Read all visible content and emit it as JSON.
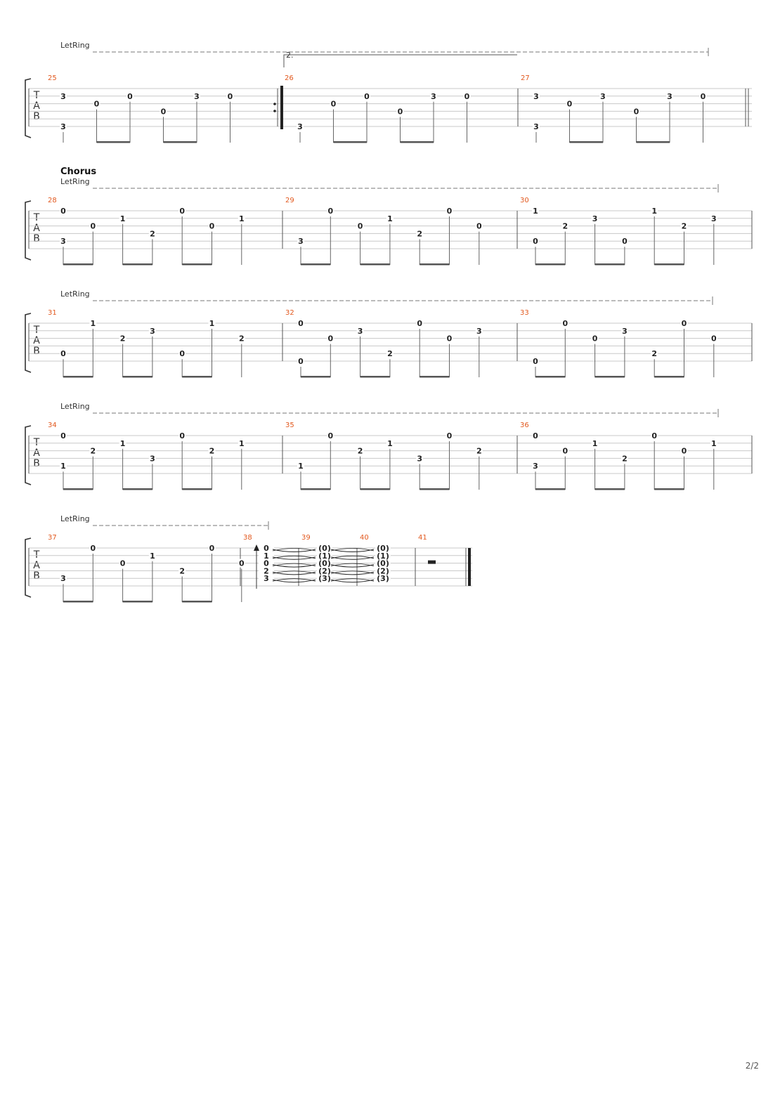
{
  "tab_clef": [
    "T",
    "A",
    "B"
  ],
  "let_ring": "LetRing",
  "volta_label": "2.",
  "section_label": "Chorus",
  "page_number": "2/2",
  "colors": {
    "measure_number": "#e2591f",
    "staff_line": "#c8c8c8",
    "ink": "#222222"
  },
  "systems": [
    {
      "measures": [
        {
          "number": "25",
          "notes": [
            {
              "s": 1,
              "f": "3",
              "bass": "3",
              "bs": 5
            },
            {
              "s": 2,
              "f": "0"
            },
            {
              "s": 1,
              "f": "0"
            },
            {
              "s": 3,
              "f": "0"
            },
            {
              "s": 1,
              "f": "3"
            },
            {
              "s": 1,
              "f": "0"
            }
          ]
        },
        {
          "number": "26",
          "notes": [
            {
              "s": 5,
              "f": "3"
            },
            {
              "s": 2,
              "f": "0"
            },
            {
              "s": 1,
              "f": "0"
            },
            {
              "s": 3,
              "f": "0"
            },
            {
              "s": 1,
              "f": "3"
            },
            {
              "s": 1,
              "f": "0"
            }
          ]
        },
        {
          "number": "27",
          "notes": [
            {
              "s": 1,
              "f": "3",
              "bass": "3",
              "bs": 5
            },
            {
              "s": 2,
              "f": "0"
            },
            {
              "s": 1,
              "f": "3"
            },
            {
              "s": 3,
              "f": "0"
            },
            {
              "s": 1,
              "f": "3"
            },
            {
              "s": 1,
              "f": "0"
            }
          ]
        }
      ]
    },
    {
      "section": "Chorus",
      "measures": [
        {
          "number": "28",
          "notes": [
            {
              "s": 0,
              "f": "0",
              "bass": "3",
              "bs": 4
            },
            {
              "s": 2,
              "f": "0"
            },
            {
              "s": 1,
              "f": "1"
            },
            {
              "s": 3,
              "f": "2"
            },
            {
              "s": 0,
              "f": "0"
            },
            {
              "s": 2,
              "f": "0"
            },
            {
              "s": 1,
              "f": "1"
            }
          ]
        },
        {
          "number": "29",
          "notes": [
            {
              "s": 4,
              "f": "3"
            },
            {
              "s": 0,
              "f": "0"
            },
            {
              "s": 2,
              "f": "0"
            },
            {
              "s": 1,
              "f": "1"
            },
            {
              "s": 3,
              "f": "2"
            },
            {
              "s": 0,
              "f": "0"
            },
            {
              "s": 2,
              "f": "0"
            }
          ]
        },
        {
          "number": "30",
          "notes": [
            {
              "s": 0,
              "f": "1",
              "bass": "0",
              "bs": 4
            },
            {
              "s": 2,
              "f": "2"
            },
            {
              "s": 1,
              "f": "3"
            },
            {
              "s": 4,
              "f": "0"
            },
            {
              "s": 0,
              "f": "1"
            },
            {
              "s": 2,
              "f": "2"
            },
            {
              "s": 1,
              "f": "3"
            }
          ]
        }
      ]
    },
    {
      "measures": [
        {
          "number": "31",
          "notes": [
            {
              "s": 4,
              "f": "0"
            },
            {
              "s": 0,
              "f": "1"
            },
            {
              "s": 2,
              "f": "2"
            },
            {
              "s": 1,
              "f": "3"
            },
            {
              "s": 4,
              "f": "0"
            },
            {
              "s": 0,
              "f": "1"
            },
            {
              "s": 2,
              "f": "2"
            }
          ]
        },
        {
          "number": "32",
          "notes": [
            {
              "s": 0,
              "f": "0",
              "bass": "0",
              "bs": 5
            },
            {
              "s": 2,
              "f": "0"
            },
            {
              "s": 1,
              "f": "3"
            },
            {
              "s": 4,
              "f": "2"
            },
            {
              "s": 0,
              "f": "0"
            },
            {
              "s": 2,
              "f": "0"
            },
            {
              "s": 1,
              "f": "3"
            }
          ]
        },
        {
          "number": "33",
          "notes": [
            {
              "s": 5,
              "f": "0"
            },
            {
              "s": 0,
              "f": "0"
            },
            {
              "s": 2,
              "f": "0"
            },
            {
              "s": 1,
              "f": "3"
            },
            {
              "s": 4,
              "f": "2"
            },
            {
              "s": 0,
              "f": "0"
            },
            {
              "s": 2,
              "f": "0"
            }
          ]
        }
      ]
    },
    {
      "measures": [
        {
          "number": "34",
          "notes": [
            {
              "s": 0,
              "f": "0",
              "bass": "1",
              "bs": 4
            },
            {
              "s": 2,
              "f": "2"
            },
            {
              "s": 1,
              "f": "1"
            },
            {
              "s": 3,
              "f": "3"
            },
            {
              "s": 0,
              "f": "0"
            },
            {
              "s": 2,
              "f": "2"
            },
            {
              "s": 1,
              "f": "1"
            }
          ]
        },
        {
          "number": "35",
          "notes": [
            {
              "s": 4,
              "f": "1"
            },
            {
              "s": 0,
              "f": "0"
            },
            {
              "s": 2,
              "f": "2"
            },
            {
              "s": 1,
              "f": "1"
            },
            {
              "s": 3,
              "f": "3"
            },
            {
              "s": 0,
              "f": "0"
            },
            {
              "s": 2,
              "f": "2"
            }
          ]
        },
        {
          "number": "36",
          "notes": [
            {
              "s": 0,
              "f": "0",
              "bass": "3",
              "bs": 4
            },
            {
              "s": 2,
              "f": "0"
            },
            {
              "s": 1,
              "f": "1"
            },
            {
              "s": 3,
              "f": "2"
            },
            {
              "s": 0,
              "f": "0"
            },
            {
              "s": 2,
              "f": "0"
            },
            {
              "s": 1,
              "f": "1"
            }
          ]
        }
      ]
    },
    {
      "measures": [
        {
          "number": "37",
          "notes": [
            {
              "s": 4,
              "f": "3"
            },
            {
              "s": 0,
              "f": "0"
            },
            {
              "s": 2,
              "f": "0"
            },
            {
              "s": 1,
              "f": "1"
            },
            {
              "s": 3,
              "f": "2"
            },
            {
              "s": 0,
              "f": "0"
            },
            {
              "s": 2,
              "f": "0"
            }
          ]
        },
        {
          "number": "38",
          "chord": [
            "0",
            "1",
            "0",
            "2",
            "3"
          ]
        },
        {
          "number": "39",
          "chord": [
            "(0)",
            "(1)",
            "(0)",
            "(2)",
            "(3)"
          ]
        },
        {
          "number": "40",
          "chord": [
            "(0)",
            "(1)",
            "(0)",
            "(2)",
            "(3)"
          ]
        },
        {
          "number": "41",
          "rest": true
        }
      ]
    }
  ]
}
